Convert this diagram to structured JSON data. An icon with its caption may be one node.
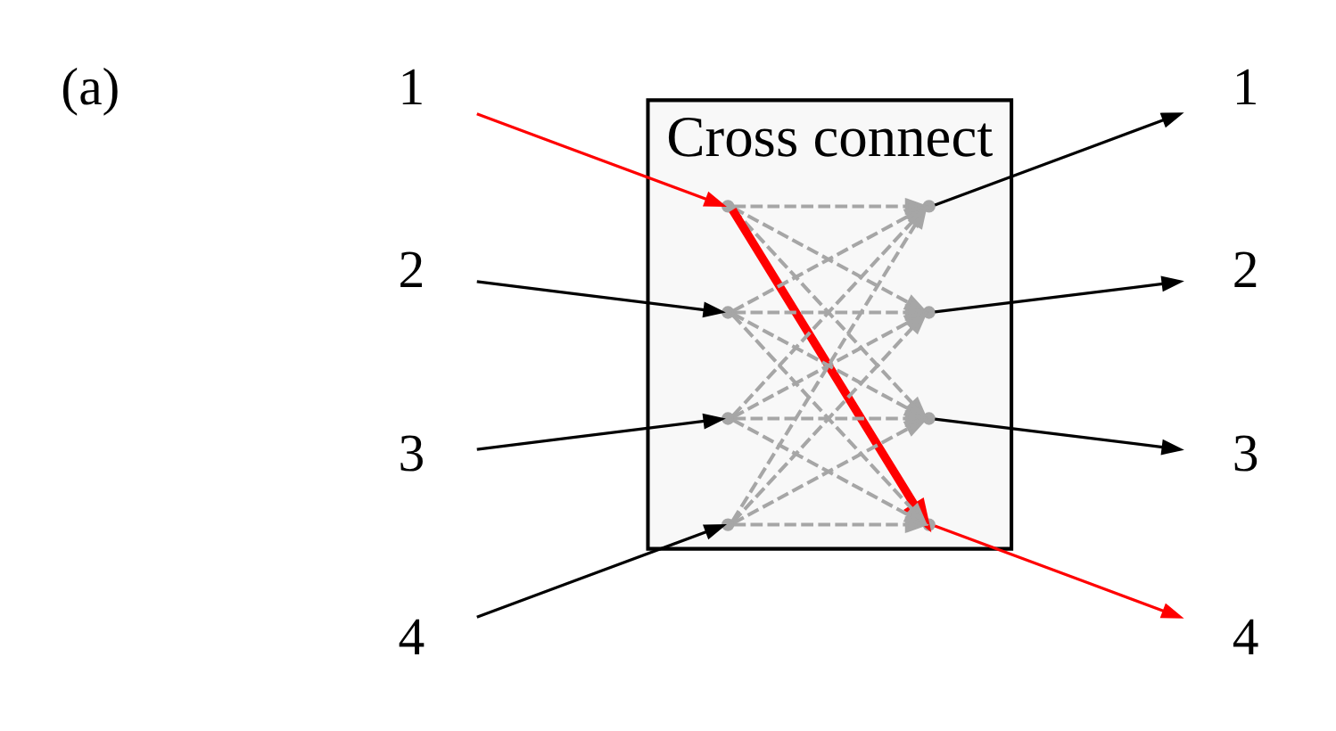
{
  "diagram": {
    "nodes": [
      {
        "text": [
          "Cross connect"
        ]
      },
      {
        "text": [
          "1"
        ]
      },
      {
        "text": [
          "2"
        ]
      },
      {
        "text": [
          "3"
        ]
      },
      {
        "text": [
          "4"
        ]
      },
      {
        "text": [],
        "shape": "point",
        "in": 0
      },
      {
        "text": [],
        "shape": "point",
        "in": 0
      },
      {
        "text": [],
        "shape": "point",
        "in": 0
      },
      {
        "text": [],
        "shape": "point",
        "in": 0
      },
      {
        "text": [],
        "shape": "point",
        "in": 0
      },
      {
        "text": [],
        "shape": "point",
        "in": 0
      },
      {
        "text": [],
        "shape": "point",
        "in": 0
      },
      {
        "text": [],
        "shape": "point",
        "in": 0
      },
      {
        "text": [
          "1"
        ]
      },
      {
        "text": [
          "2"
        ]
      },
      {
        "text": [
          "3"
        ]
      },
      {
        "text": [
          "4"
        ]
      }
    ],
    "edges": [
      {
        "from": 1,
        "to": 5,
        "arrow": "to",
        "color": "#ff0000"
      },
      {
        "from": 2,
        "to": 6,
        "arrow": "to",
        "color": "#000000"
      },
      {
        "from": 3,
        "to": 7,
        "arrow": "to",
        "color": "#000000"
      },
      {
        "from": 4,
        "to": 8,
        "arrow": "to",
        "color": "#000000"
      },
      {
        "from": 5,
        "to": 9,
        "arrow": "to",
        "style": "dashed"
      },
      {
        "from": 5,
        "to": 10,
        "arrow": "to",
        "style": "dashed"
      },
      {
        "from": 5,
        "to": 11,
        "arrow": "to",
        "style": "dashed"
      },
      {
        "from": 5,
        "to": 12,
        "arrow": "to",
        "style": "thick",
        "color": "#ff0000"
      },
      {
        "from": 6,
        "to": 9,
        "arrow": "to",
        "style": "dashed"
      },
      {
        "from": 6,
        "to": 10,
        "arrow": "to",
        "style": "dashed"
      },
      {
        "from": 6,
        "to": 11,
        "arrow": "to",
        "style": "dashed"
      },
      {
        "from": 6,
        "to": 12,
        "arrow": "to",
        "style": "dashed"
      },
      {
        "from": 7,
        "to": 9,
        "arrow": "to",
        "style": "dashed"
      },
      {
        "from": 7,
        "to": 10,
        "arrow": "to",
        "style": "dashed"
      },
      {
        "from": 7,
        "to": 11,
        "arrow": "to",
        "style": "dashed"
      },
      {
        "from": 7,
        "to": 12,
        "arrow": "to",
        "style": "dashed"
      },
      {
        "from": 8,
        "to": 9,
        "arrow": "to",
        "style": "dashed"
      },
      {
        "from": 8,
        "to": 10,
        "arrow": "to",
        "style": "dashed"
      },
      {
        "from": 8,
        "to": 11,
        "arrow": "to",
        "style": "dashed"
      },
      {
        "from": 8,
        "to": 12,
        "arrow": "to",
        "style": "dashed"
      },
      {
        "from": 9,
        "to": 13,
        "arrow": "to",
        "color": "#000000"
      },
      {
        "from": 10,
        "to": 14,
        "arrow": "to",
        "color": "#000000"
      },
      {
        "from": 11,
        "to": 15,
        "arrow": "to",
        "color": "#000000"
      },
      {
        "from": 12,
        "to": 16,
        "arrow": "to",
        "color": "#ff0000"
      }
    ],
    "labels": [
      "(a)"
    ]
  }
}
